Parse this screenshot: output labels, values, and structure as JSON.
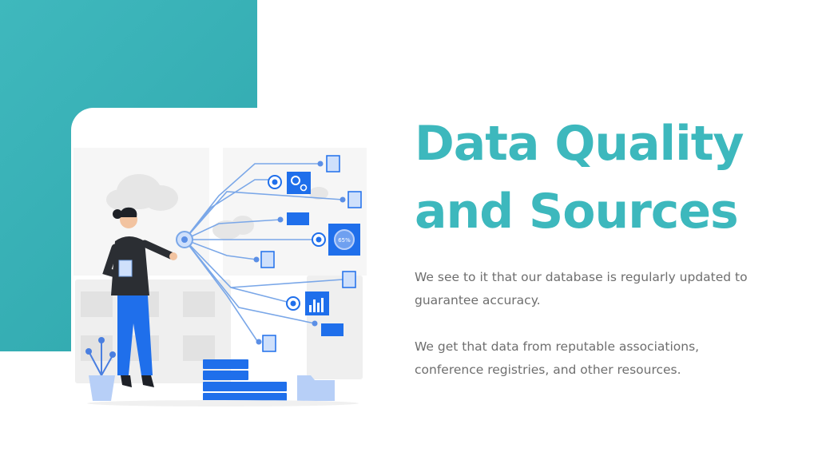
{
  "slide": {
    "title_line1": "Data Quality",
    "title_line2": "and Sources",
    "paragraph1": "We see to it that our database is regularly updated to guarantee accuracy.",
    "paragraph2": "We get that data from reputable associations, conference registries, and other resources."
  },
  "illustration": {
    "gauge_label": "65%"
  },
  "colors": {
    "accent": "#3db8bd",
    "teal_block": "#36afb5",
    "illustration_blue": "#1f6feb",
    "body_text": "#6e6e6e"
  }
}
